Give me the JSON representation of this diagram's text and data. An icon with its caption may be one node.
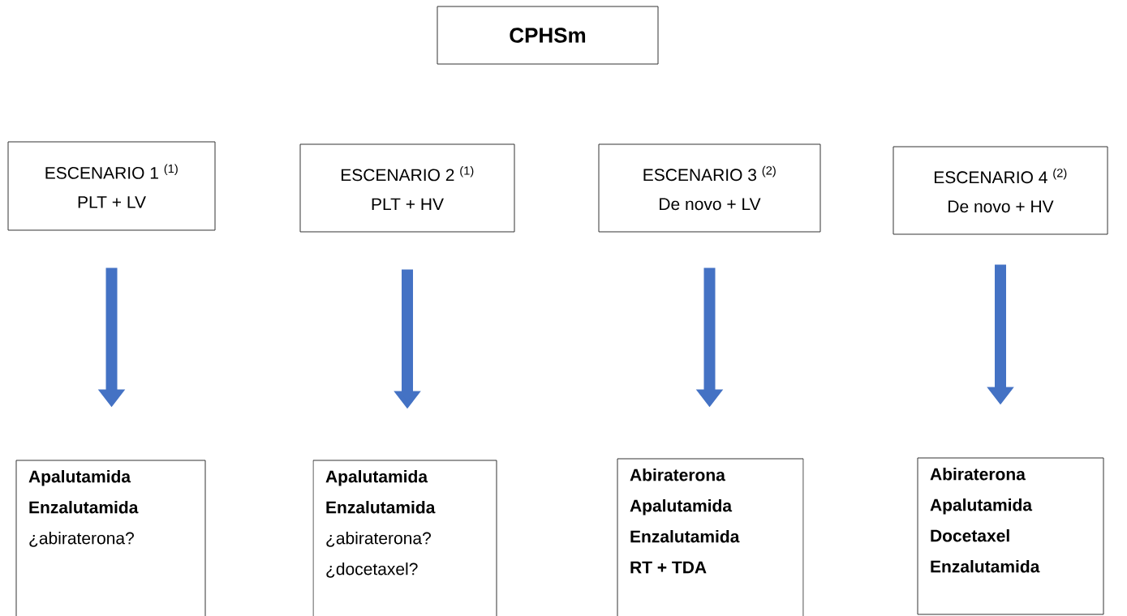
{
  "diagram": {
    "nodes": [
      {
        "text": [
          "CPHSm"
        ]
      },
      {
        "text": [
          "ESCENARIO 1 $^{(1)}$",
          "PLT + LV"
        ]
      },
      {
        "text": [
          "ESCENARIO 2 $^{(1)}$",
          "PLT + HV"
        ]
      },
      {
        "text": [
          "ESCENARIO 3 $^{(2)}$",
          "De novo + LV"
        ]
      },
      {
        "text": [
          "ESCENARIO 4 $^{(2)}$",
          "De novo + HV"
        ]
      },
      {
        "text": [
          "**Apalutamida**",
          "**Enzalutamida**",
          "¿abiraterona?"
        ]
      },
      {
        "text": [
          "**Apalutamida**",
          "**Enzalutamida**",
          "¿abiraterona?",
          "¿docetaxel?"
        ]
      },
      {
        "text": [
          "**Abiraterona**",
          "**Apalutamida**",
          "**Enzalutamida**",
          "**RT + TDA**"
        ]
      },
      {
        "text": [
          "**Abiraterona**",
          "**Apalutamida**",
          "**Docetaxel**",
          "**Enzalutamida**"
        ]
      }
    ],
    "edges": [
      {
        "from": 1,
        "to": 5,
        "arrow": "to"
      },
      {
        "from": 2,
        "to": 6,
        "arrow": "to"
      },
      {
        "from": 3,
        "to": 7,
        "arrow": "to"
      },
      {
        "from": 4,
        "to": 8,
        "arrow": "to"
      }
    ]
  }
}
